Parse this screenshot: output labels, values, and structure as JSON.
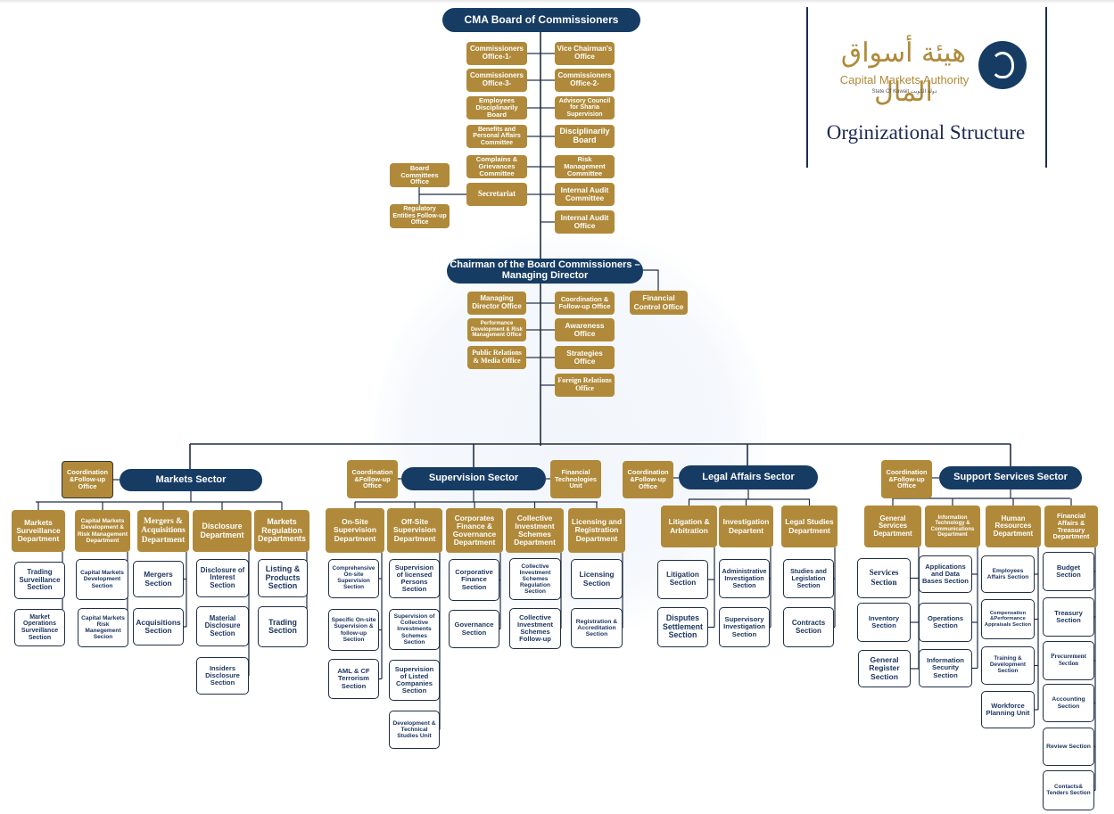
{
  "logo": {
    "arabic_name": "هيئة أسواق المال",
    "english_name": "Capital Markets Authority",
    "country_line": "State Of Kuwait  دولة الكويت",
    "emblem_icon": "cma-emblem-icon"
  },
  "page_title": "Orginizational Structure",
  "colors": {
    "navy": "#163c64",
    "gold": "#b08a3a",
    "box_text": "#1c3660",
    "line": "#1f2d45"
  },
  "board": {
    "title": "CMA Board of Commissioners",
    "left_column": [
      "Commissioners Office-1-",
      "Commissioners Office-3-",
      "Employees Disciplinarily Board",
      "Benefits and Personal Affairs Committee",
      "Complains & Grievances Committee",
      "Secretariat"
    ],
    "right_column": [
      "Vice Chairman's Office",
      "Commissioners Office-2-",
      "Advisory Council for Sharia Supervision",
      "Disciplinarily Board",
      "Risk Management Committee",
      "Internal Audit Committee",
      "Internal Audit Office"
    ],
    "secretariat_children": [
      "Board Committees Office",
      "Regulatory Entities Follow-up Office"
    ]
  },
  "chairman": {
    "title": "Chairman of the Board Commissioners – Managing Director",
    "left_column": [
      "Managing Director Office",
      "Performance Development & Risk Management Office",
      "Public Relations & Media Office"
    ],
    "right_column": [
      "Coordination & Follow-up Office",
      "Awareness Office",
      "Strategies Office",
      "Foreign Relations Office"
    ],
    "side": "Financial Control Office"
  },
  "sectors": [
    {
      "name": "Markets Sector",
      "side_offices": [
        "Coordination &Follow-up Office"
      ],
      "departments": [
        {
          "name": "Markets Surveillance Department",
          "sections": [
            "Trading Surveillance Section",
            "Market Operations Surveillance Section"
          ]
        },
        {
          "name": "Capital Markets Development & Risk Management Department",
          "sections": [
            "Capital Markets Development Section",
            "Capital Markets Risk Manegement Secion"
          ]
        },
        {
          "name": "Mergers & Acquisitions Department",
          "sections": [
            "Mergers Section",
            "Acquisitions Section"
          ]
        },
        {
          "name": "Disclosure Department",
          "sections": [
            "Disclosure of Interest Section",
            "Material Disclosure Section",
            "Insiders Disclosure Section"
          ]
        },
        {
          "name": "Markets Regulation Departments",
          "sections": [
            "Listing & Products Section",
            "Trading Section"
          ]
        }
      ]
    },
    {
      "name": "Supervision Sector",
      "side_offices": [
        "Coordination &Follow-up Office",
        "Financial Technologies Unit"
      ],
      "departments": [
        {
          "name": "On-Site Supervision Department",
          "sections": [
            "Comprehensive On-site Supervision Section",
            "Specific On-site Supervision & follow-up Section",
            "AML & CF Terrorism Section"
          ]
        },
        {
          "name": "Off-Site Supervision Department",
          "sections": [
            "Supervision of licensed Persons Section",
            "Supervision of Collective Investments Schemes Section",
            "Supervision of Listed Companies Section",
            "Development & Technical Studies Unit"
          ]
        },
        {
          "name": "Corporates Finance & Governance Department",
          "sections": [
            "Corporative Finance Section",
            "Governance Section"
          ]
        },
        {
          "name": "Collective Investment Schemes Department",
          "sections": [
            "Collective Investment Schemes Regulation Section",
            "Collective Investment Schemes Follow-up"
          ]
        },
        {
          "name": "Licensing and Registration Department",
          "sections": [
            "Licensing Section",
            "Registration & Accreditation Section"
          ]
        }
      ]
    },
    {
      "name": "Legal Affairs Sector",
      "side_offices": [
        "Coordination &Follow-up Office"
      ],
      "departments": [
        {
          "name": "Litigation & Arbitration",
          "sections": [
            "Litigation Section",
            "Disputes Settlement Section"
          ]
        },
        {
          "name": "Investigation Departent",
          "sections": [
            "Administrative Investigation Section",
            "Supervisory Investigation Section"
          ]
        },
        {
          "name": "Legal Studies Department",
          "sections": [
            "Studies and Legislation Section",
            "Contracts Section"
          ]
        }
      ]
    },
    {
      "name": "Support Services Sector",
      "side_offices": [
        "Coordination &Follow-up Office"
      ],
      "departments": [
        {
          "name": "General Services Department",
          "sections": [
            "Services Section",
            "Inventory Section",
            "General Register Section"
          ]
        },
        {
          "name": "Information Technology & Communications Department",
          "sections": [
            "Applications and Data Bases Section",
            "Operations Section",
            "Information Security Section"
          ]
        },
        {
          "name": "Human Resources Department",
          "sections": [
            "Employees Affairs Section",
            "Compensation &Performance Appraisals Section",
            "Training & Development Section",
            "Workforce Planning Unit"
          ]
        },
        {
          "name": "Financial Affairs & Treasury Department",
          "sections": [
            "Budget Section",
            "Treasury Section",
            "Procurement Section",
            "Accounting Section",
            "Review Section",
            "Contacts& Tenders Section"
          ]
        }
      ]
    }
  ]
}
